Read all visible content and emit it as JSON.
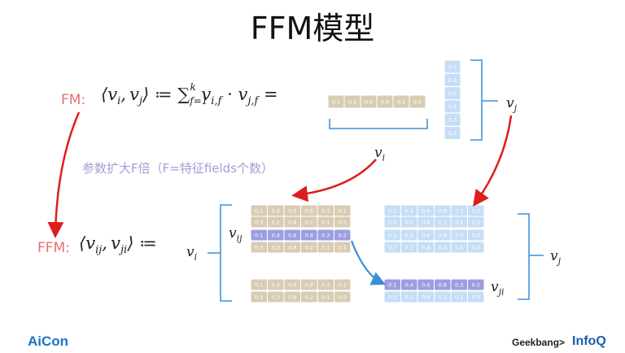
{
  "title": "FFM模型",
  "fm": {
    "label": "FM:",
    "lhs": "⟨v_i, v_j⟩ ≔ ∑_{f=1}^k v_{i,f} · v_{j,f} ="
  },
  "ffm": {
    "label": "FFM:",
    "lhs": "⟨v_ij, v_ji⟩ ≔"
  },
  "note": "参数扩大F倍（F=特征fields个数）",
  "labels": {
    "vi": "v_i",
    "vj": "v_j",
    "vij": "v_ij",
    "vji": "v_ji"
  },
  "vector_values": [
    "0.1",
    "0.2",
    "0.6",
    "0.8",
    "0.1",
    "0.5"
  ],
  "row_a_values": [
    "0.1",
    "0.4",
    "0.6",
    "0.8",
    "0.3",
    "0.2"
  ],
  "row_b_values": [
    "0.3",
    "0.2",
    "0.8",
    "0.2",
    "0.1",
    "0.5"
  ],
  "col_values": [
    "0.1",
    "0.4",
    "0.6",
    "0.8",
    "0.3",
    "0.2"
  ],
  "colors": {
    "tan": "#d8ccb3",
    "blue": "#c6ddf6",
    "purple": "#9d9ddf",
    "red_arrow": "#dd1e1e",
    "bracket": "#5aa0dc"
  },
  "footer": {
    "aicon": "AiCon",
    "geekbang": "Geekbang>",
    "infoq": "InfoQ"
  }
}
